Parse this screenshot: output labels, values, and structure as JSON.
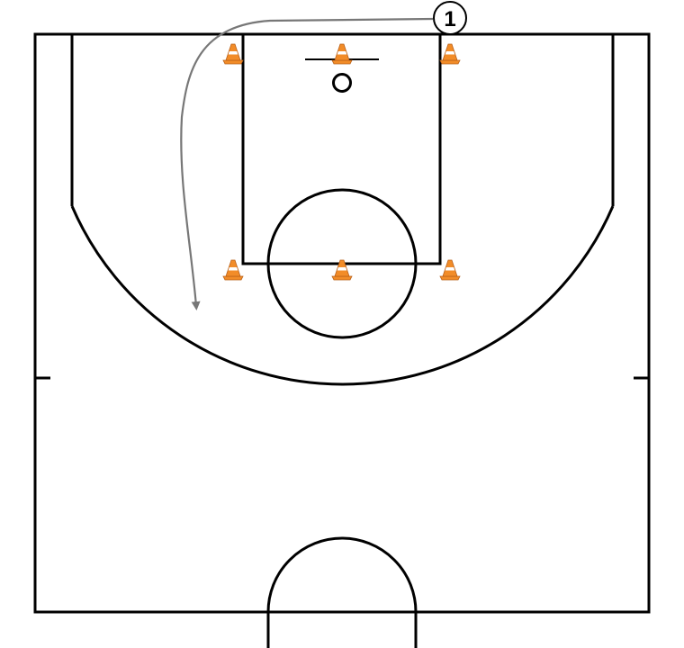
{
  "colors": {
    "court_lines": "#000000",
    "movement_path": "#777777",
    "cone_orange": "#f28c28",
    "cone_stripe": "#ffffff",
    "background": "#ffffff"
  },
  "players": [
    {
      "label": "1",
      "icon": "player-circle"
    }
  ],
  "cones": {
    "count": 6,
    "icon": "traffic-cone"
  }
}
